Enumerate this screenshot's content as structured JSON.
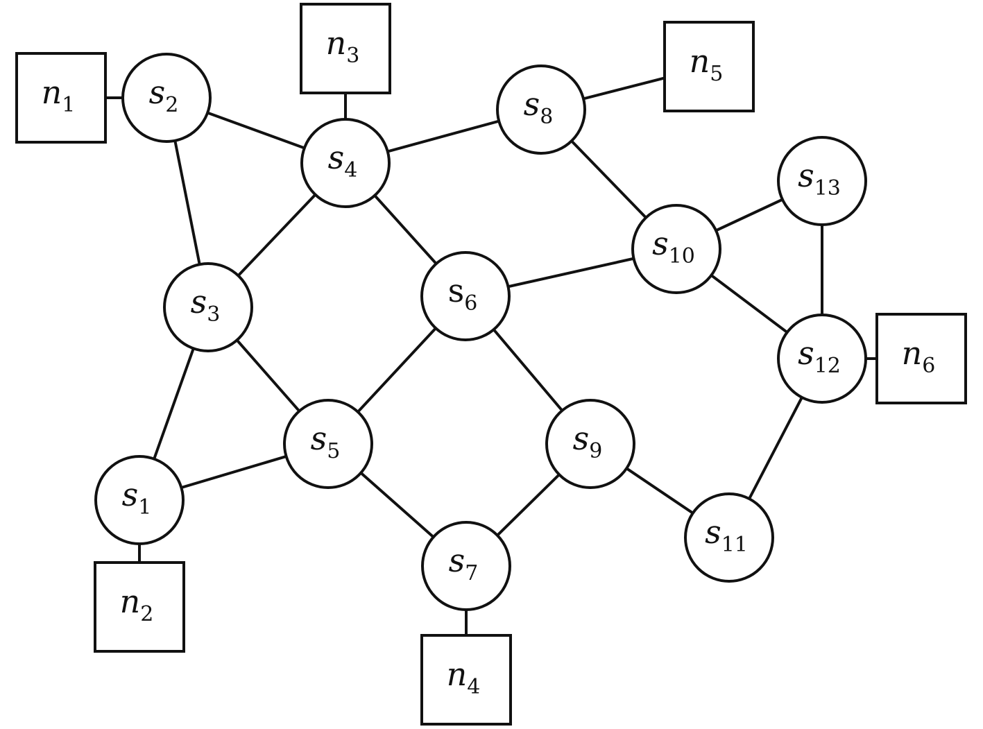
{
  "diagram": {
    "switches": [
      {
        "id": "s1",
        "base": "s",
        "sub": "1"
      },
      {
        "id": "s2",
        "base": "s",
        "sub": "2"
      },
      {
        "id": "s3",
        "base": "s",
        "sub": "3"
      },
      {
        "id": "s4",
        "base": "s",
        "sub": "4"
      },
      {
        "id": "s5",
        "base": "s",
        "sub": "5"
      },
      {
        "id": "s6",
        "base": "s",
        "sub": "6",
        "upright": true
      },
      {
        "id": "s7",
        "base": "s",
        "sub": "7"
      },
      {
        "id": "s8",
        "base": "s",
        "sub": "8"
      },
      {
        "id": "s9",
        "base": "s",
        "sub": "9"
      },
      {
        "id": "s10",
        "base": "s",
        "sub": "10"
      },
      {
        "id": "s11",
        "base": "s",
        "sub": "11"
      },
      {
        "id": "s12",
        "base": "s",
        "sub": "12"
      },
      {
        "id": "s13",
        "base": "s",
        "sub": "13"
      }
    ],
    "hosts": [
      {
        "id": "n1",
        "base": "n",
        "sub": "1"
      },
      {
        "id": "n2",
        "base": "n",
        "sub": "2"
      },
      {
        "id": "n3",
        "base": "n",
        "sub": "3"
      },
      {
        "id": "n4",
        "base": "n",
        "sub": "4"
      },
      {
        "id": "n5",
        "base": "n",
        "sub": "5"
      },
      {
        "id": "n6",
        "base": "n",
        "sub": "6"
      }
    ],
    "edges": [
      [
        "n1",
        "s2"
      ],
      [
        "n2",
        "s1"
      ],
      [
        "n3",
        "s4"
      ],
      [
        "n4",
        "s7"
      ],
      [
        "n5",
        "s8"
      ],
      [
        "n6",
        "s12"
      ],
      [
        "s2",
        "s4"
      ],
      [
        "s2",
        "s3"
      ],
      [
        "s3",
        "s4"
      ],
      [
        "s3",
        "s1"
      ],
      [
        "s3",
        "s5"
      ],
      [
        "s1",
        "s5"
      ],
      [
        "s4",
        "s8"
      ],
      [
        "s4",
        "s6"
      ],
      [
        "s6",
        "s5"
      ],
      [
        "s6",
        "s9"
      ],
      [
        "s6",
        "s10"
      ],
      [
        "s8",
        "s10"
      ],
      [
        "s10",
        "s13"
      ],
      [
        "s10",
        "s12"
      ],
      [
        "s13",
        "s12"
      ],
      [
        "s12",
        "s11"
      ],
      [
        "s9",
        "s11"
      ],
      [
        "s5",
        "s7"
      ],
      [
        "s9",
        "s7"
      ]
    ],
    "colors": {
      "stroke": "#111111",
      "fill": "#ffffff"
    }
  }
}
